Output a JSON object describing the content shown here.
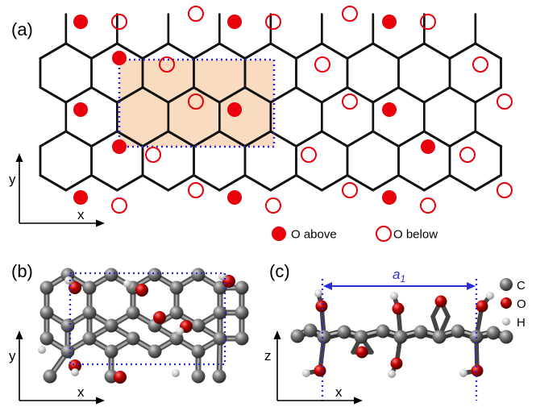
{
  "panels": {
    "a": {
      "label": "(a)"
    },
    "b": {
      "label": "(b)"
    },
    "c": {
      "label": "(c)"
    }
  },
  "axes": {
    "a": {
      "x": "x",
      "y": "y"
    },
    "b": {
      "x": "x",
      "y": "y"
    },
    "c": {
      "x": "x",
      "z": "z"
    }
  },
  "legend_a": {
    "above": "O above",
    "below": "O below"
  },
  "lattice_label": {
    "base": "a",
    "sub": "1"
  },
  "legend_c": {
    "carbon": "C",
    "oxygen": "O",
    "hydrogen": "H"
  },
  "colors": {
    "oxygen": "#e8000b",
    "cell_fill": "#f9d9bd",
    "cell_border": "#2b2bd6",
    "carbon": "#6e6e6e",
    "bond": "#111111"
  }
}
